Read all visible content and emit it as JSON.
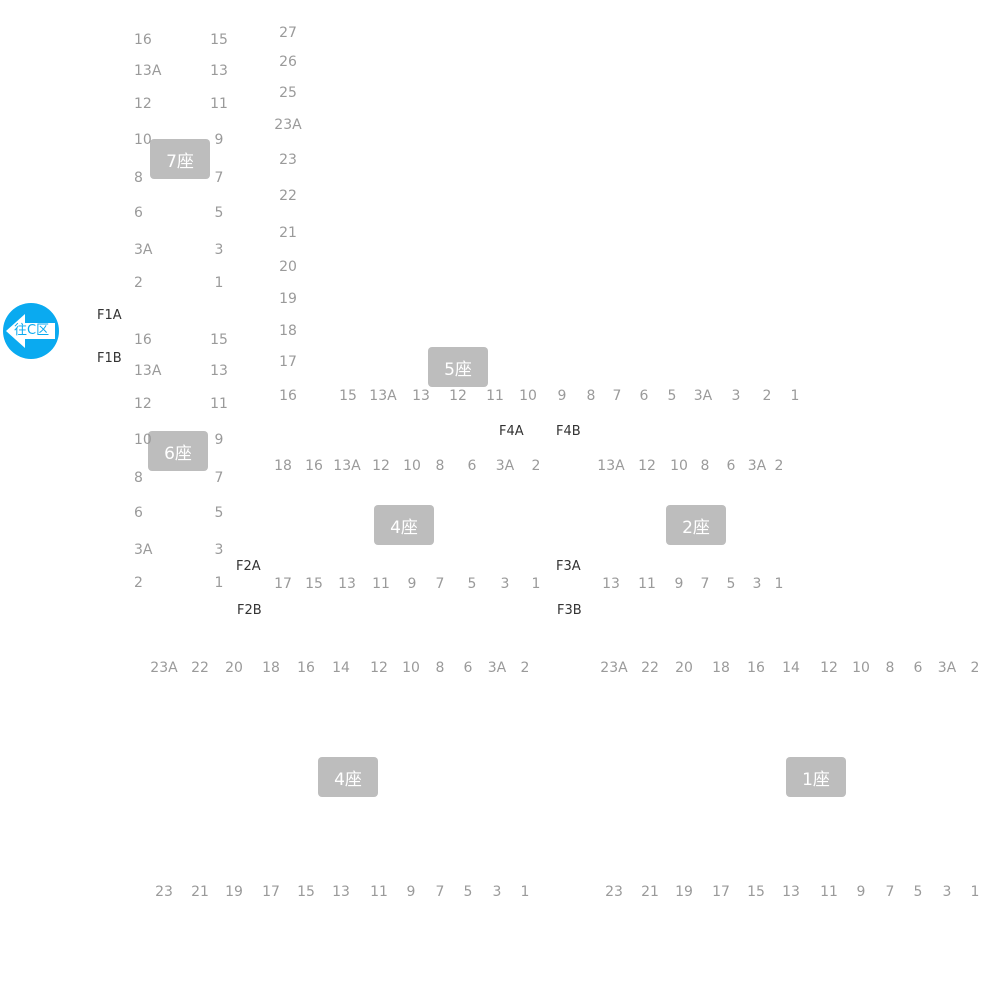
{
  "nav": {
    "label": "往C区",
    "color": "#0aaaf0"
  },
  "colors": {
    "block": "#bdbdbd",
    "number": "#9a9a9a",
    "facility": "#333333"
  },
  "blocks": [
    {
      "id": "b7",
      "label": "7座"
    },
    {
      "id": "b6",
      "label": "6座"
    },
    {
      "id": "b5",
      "label": "5座"
    },
    {
      "id": "b4-upper",
      "label": "4座"
    },
    {
      "id": "b2",
      "label": "2座"
    },
    {
      "id": "b4-lower",
      "label": "4座"
    },
    {
      "id": "b1",
      "label": "1座"
    }
  ],
  "facilities": [
    "F1A",
    "F1B",
    "F2A",
    "F2B",
    "F4A",
    "F4B",
    "F3A",
    "F3B"
  ],
  "numbers": {
    "block7_left": [
      "16",
      "13A",
      "12",
      "10",
      "8",
      "6",
      "3A",
      "2"
    ],
    "block7_right": [
      "15",
      "13",
      "11",
      "9",
      "7",
      "5",
      "3",
      "1"
    ],
    "block6_left": [
      "16",
      "13A",
      "12",
      "10",
      "8",
      "6",
      "3A",
      "2"
    ],
    "block6_right": [
      "15",
      "13",
      "11",
      "9",
      "7",
      "5",
      "3",
      "1"
    ],
    "block5_col": [
      "27",
      "26",
      "25",
      "23A",
      "23",
      "22",
      "21",
      "20",
      "19",
      "18",
      "17",
      "16"
    ],
    "block5_row": [
      "15",
      "13A",
      "13",
      "12",
      "11",
      "10",
      "9",
      "8",
      "7",
      "6",
      "5",
      "3A",
      "3",
      "2",
      "1"
    ],
    "block4_top": [
      "18",
      "16",
      "13A",
      "12",
      "10",
      "8",
      "6",
      "3A",
      "2"
    ],
    "block4_bottom": [
      "17",
      "15",
      "13",
      "11",
      "9",
      "7",
      "5",
      "3",
      "1"
    ],
    "block2_top": [
      "13A",
      "12",
      "10",
      "8",
      "6",
      "3A",
      "2"
    ],
    "block2_bottom": [
      "13",
      "11",
      "9",
      "7",
      "5",
      "3",
      "1"
    ],
    "row_even_left": [
      "23A",
      "22",
      "20",
      "18",
      "16",
      "14",
      "12",
      "10",
      "8",
      "6",
      "3A",
      "2"
    ],
    "row_even_right": [
      "23A",
      "22",
      "20",
      "18",
      "16",
      "14",
      "12",
      "10",
      "8",
      "6",
      "3A",
      "2"
    ],
    "row_odd_left": [
      "23",
      "21",
      "19",
      "17",
      "15",
      "13",
      "11",
      "9",
      "7",
      "5",
      "3",
      "1"
    ],
    "row_odd_right": [
      "23",
      "21",
      "19",
      "17",
      "15",
      "13",
      "11",
      "9",
      "7",
      "5",
      "3",
      "1"
    ]
  }
}
